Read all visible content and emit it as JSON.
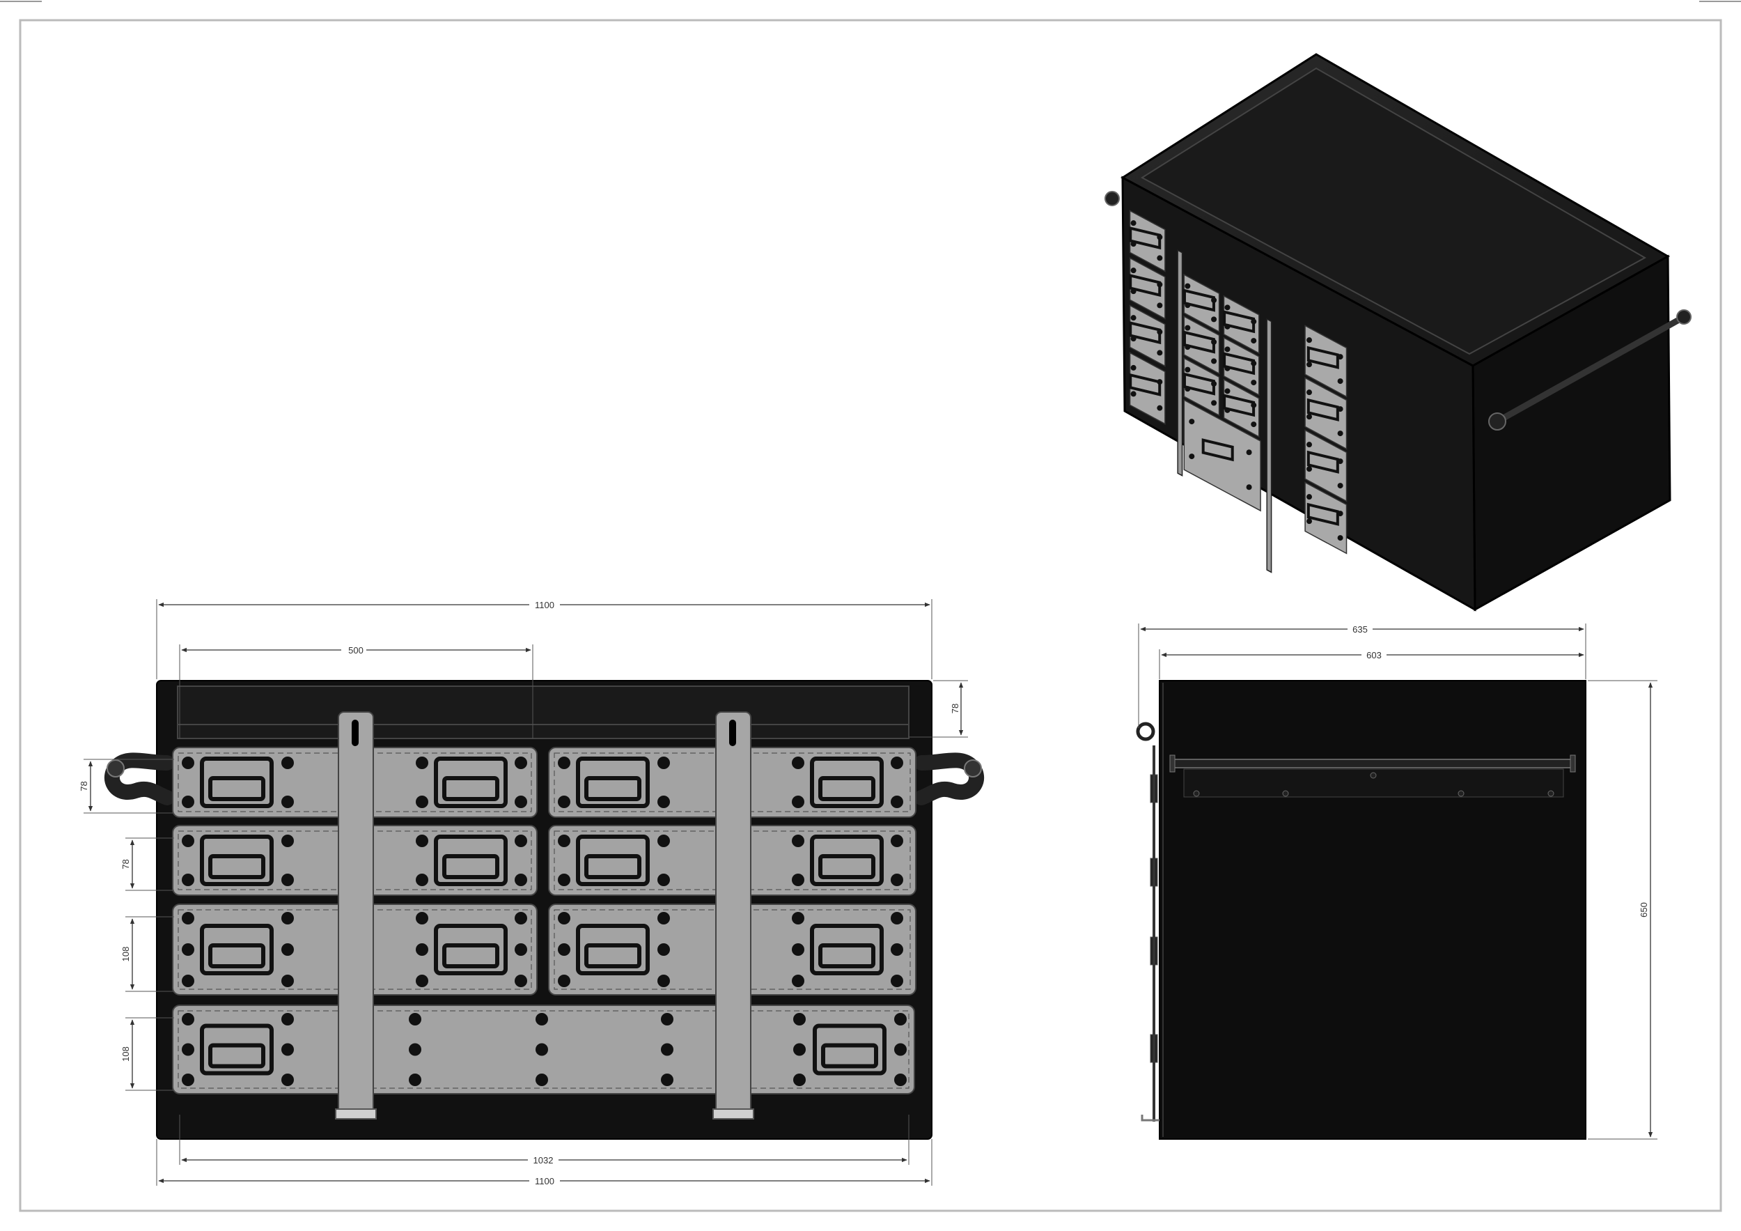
{
  "front_view": {
    "overall_width_top": "1100",
    "overall_width_bottom": "1100",
    "inner_width": "1032",
    "half_width": "500",
    "top_height": "78",
    "left_dims": [
      "78",
      "78",
      "108",
      "108"
    ]
  },
  "side_view": {
    "depth_outer": "635",
    "depth_inner": "603",
    "height": "650"
  }
}
